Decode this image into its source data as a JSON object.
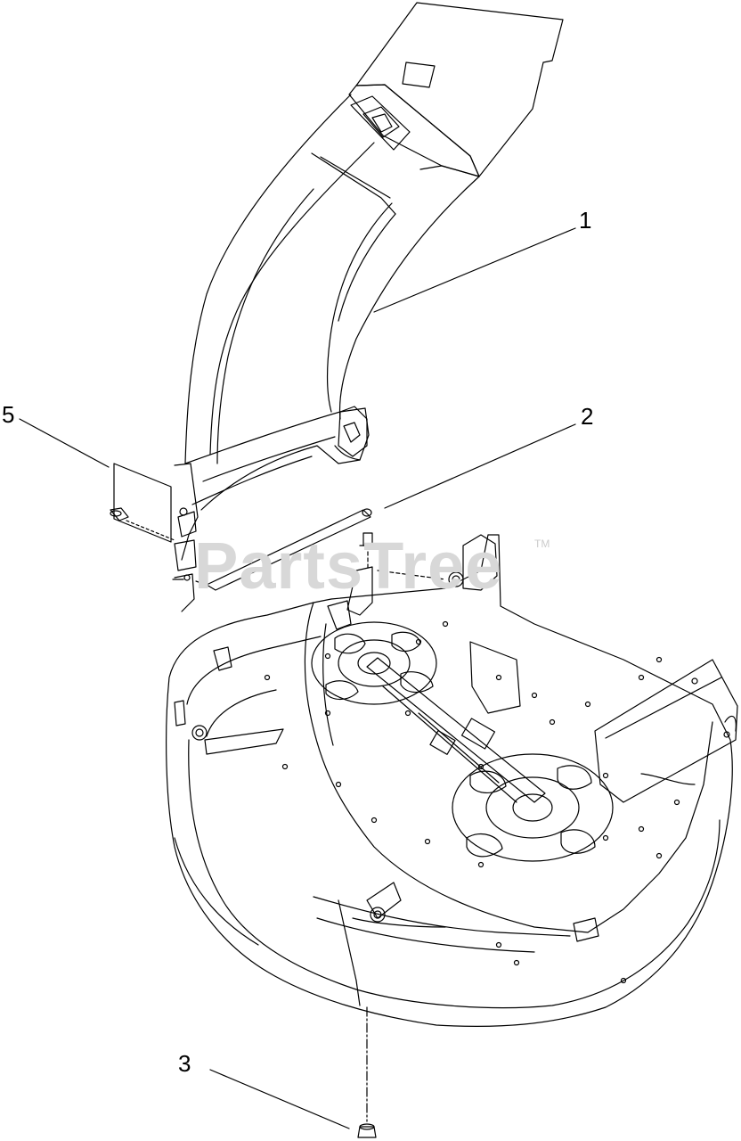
{
  "callouts": {
    "c1": "1",
    "c2": "2",
    "c3": "3",
    "c5": "5"
  },
  "watermark": {
    "brand": "PartsTree",
    "tm": "TM"
  },
  "colors": {
    "line": "#000000",
    "watermark": "#d8d8d8",
    "background": "#ffffff"
  }
}
